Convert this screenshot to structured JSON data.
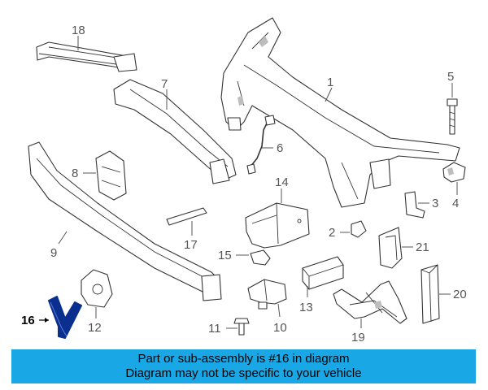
{
  "callouts": [
    "1",
    "2",
    "3",
    "4",
    "5",
    "6",
    "7",
    "8",
    "9",
    "10",
    "11",
    "12",
    "13",
    "14",
    "15",
    "16",
    "17",
    "18",
    "19",
    "20",
    "21"
  ],
  "highlighted_callout": "16",
  "banner": {
    "line1": "Part or sub-assembly is #16 in diagram",
    "line2": "Diagram may not be specific to your vehicle"
  },
  "colors": {
    "banner_bg": "#1aa7e6",
    "highlight_part": "#0a2f8f"
  }
}
